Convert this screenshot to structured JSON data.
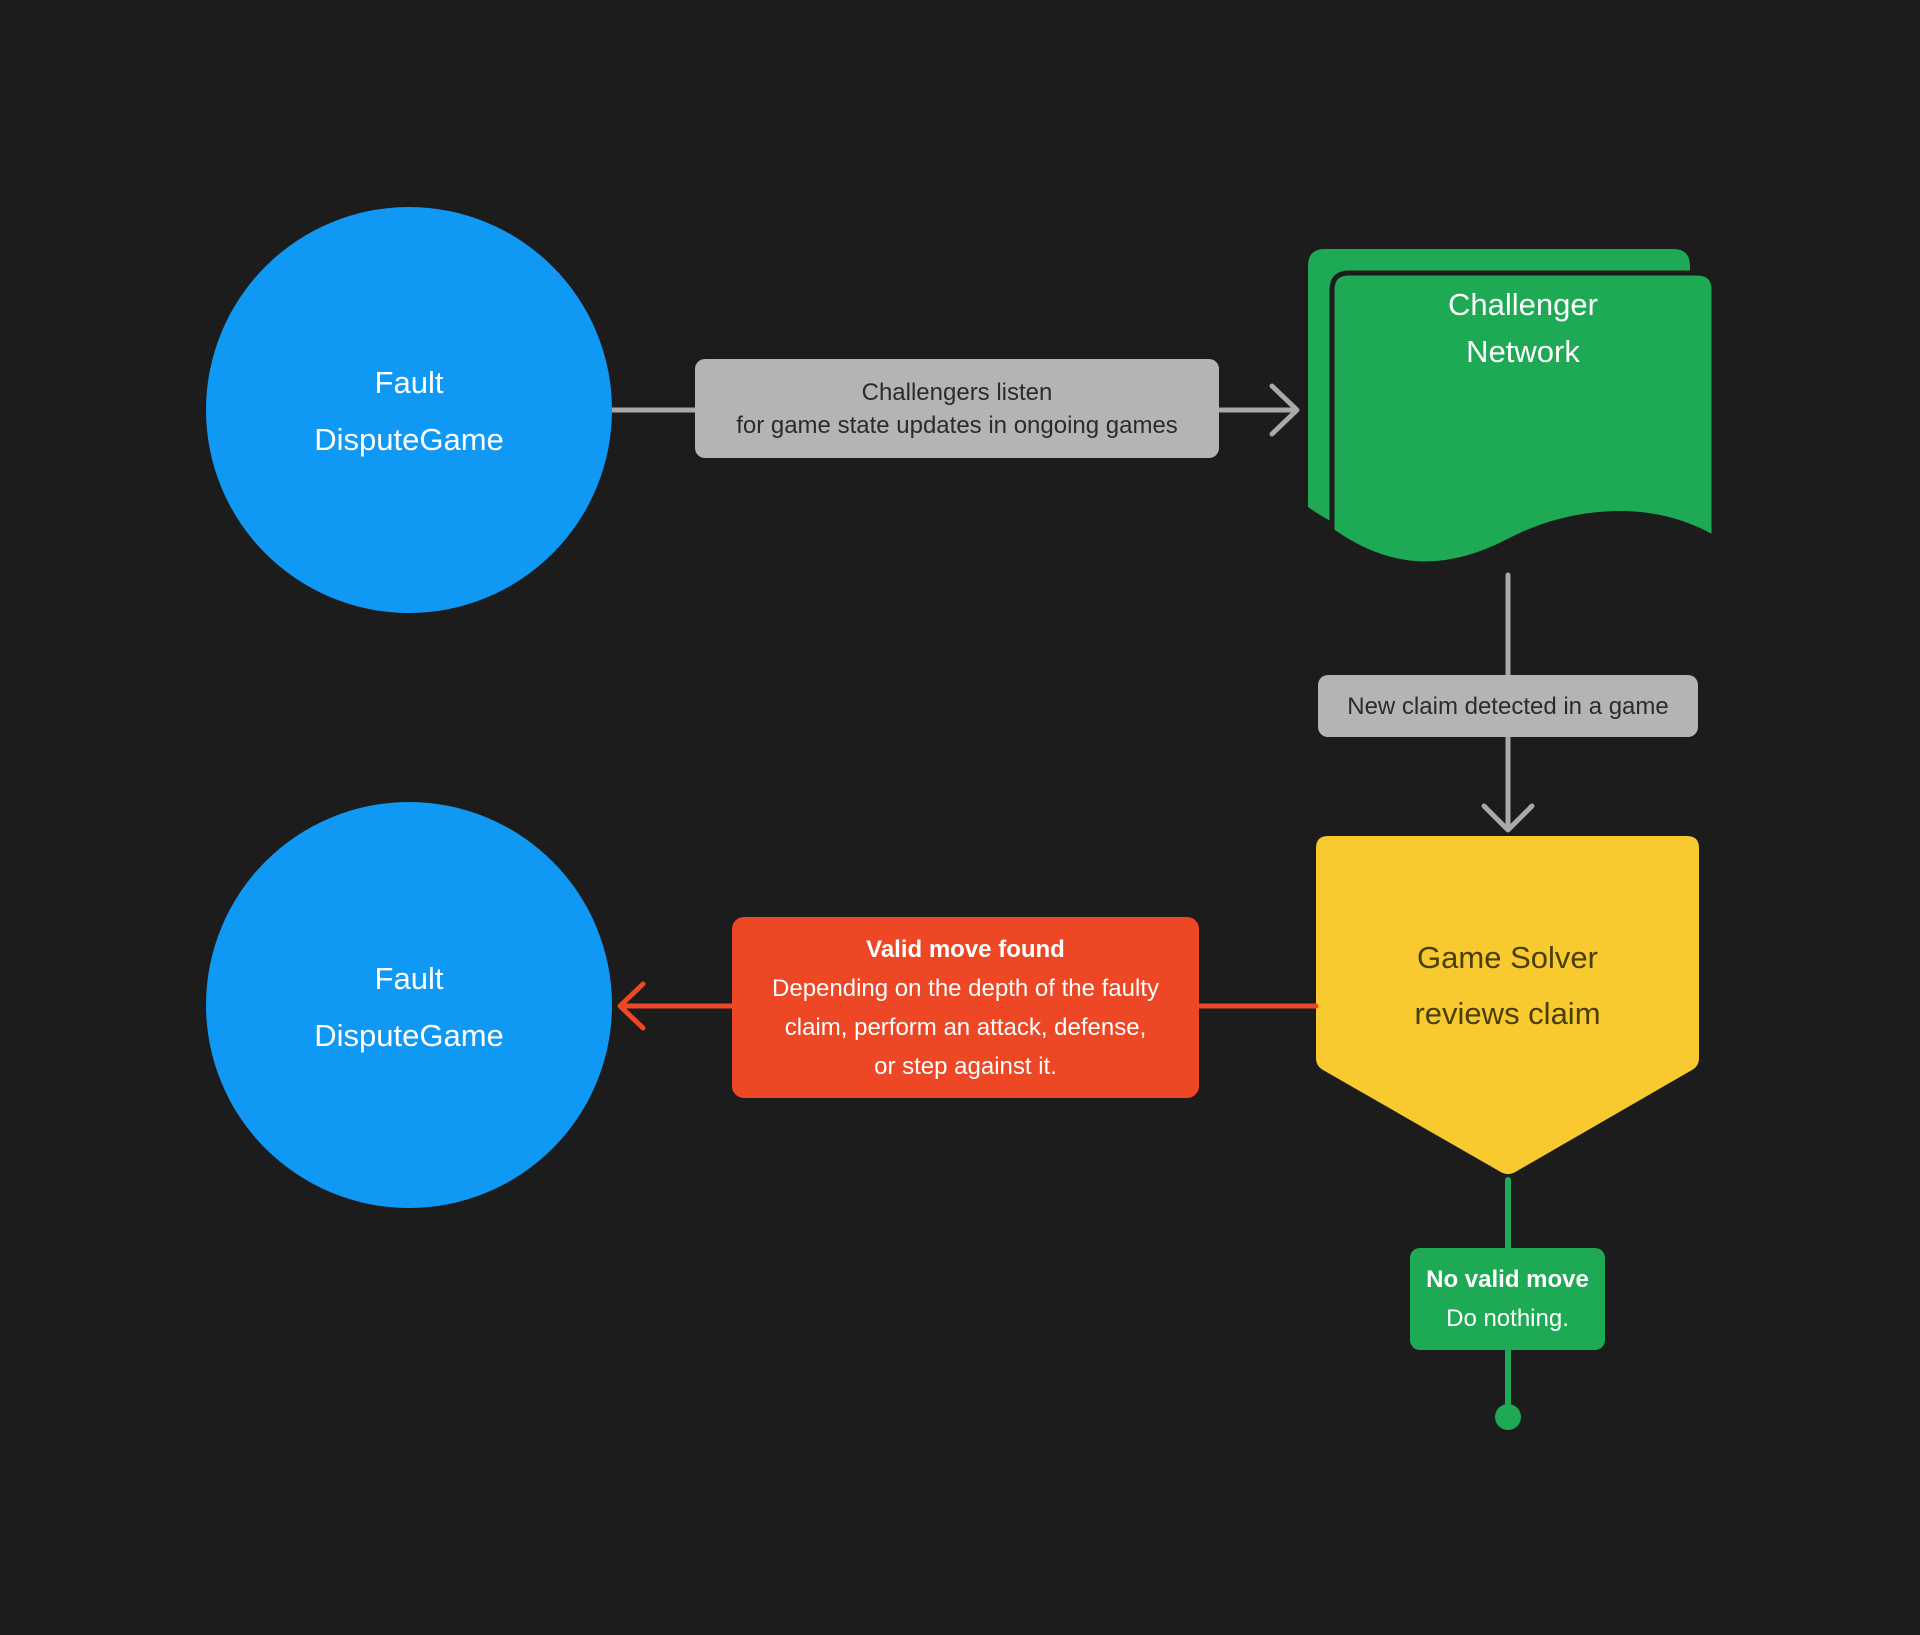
{
  "colors": {
    "background": "#1C1C1C",
    "blue": "#1098F5",
    "green": "#1EAA55",
    "yellow": "#F8CA2F",
    "red": "#ED4726",
    "label_bg": "#B4B4B4",
    "label_text": "#2B2B2B",
    "connector": "#A9A9A9",
    "yellow_text": "#4A3E07",
    "white": "#FFFFFF"
  },
  "nodes": {
    "fault_dispute_game_top": {
      "lines": [
        "Fault",
        "DisputeGame"
      ]
    },
    "challenger_network": {
      "lines": [
        "Challenger",
        "Network"
      ]
    },
    "game_solver": {
      "lines": [
        "Game Solver",
        "reviews claim"
      ]
    },
    "fault_dispute_game_bottom": {
      "lines": [
        "Fault",
        "DisputeGame"
      ]
    }
  },
  "labels": {
    "challengers_listen": {
      "lines": [
        "Challengers listen",
        "for game state updates in ongoing games"
      ]
    },
    "new_claim": {
      "text": "New claim detected in a game"
    },
    "valid_move": {
      "title": "Valid move found",
      "lines": [
        "Depending on the depth of the faulty",
        "claim, perform an attack, defense,",
        "or step against it."
      ]
    },
    "no_valid_move": {
      "title": "No valid move",
      "text": "Do nothing."
    }
  }
}
